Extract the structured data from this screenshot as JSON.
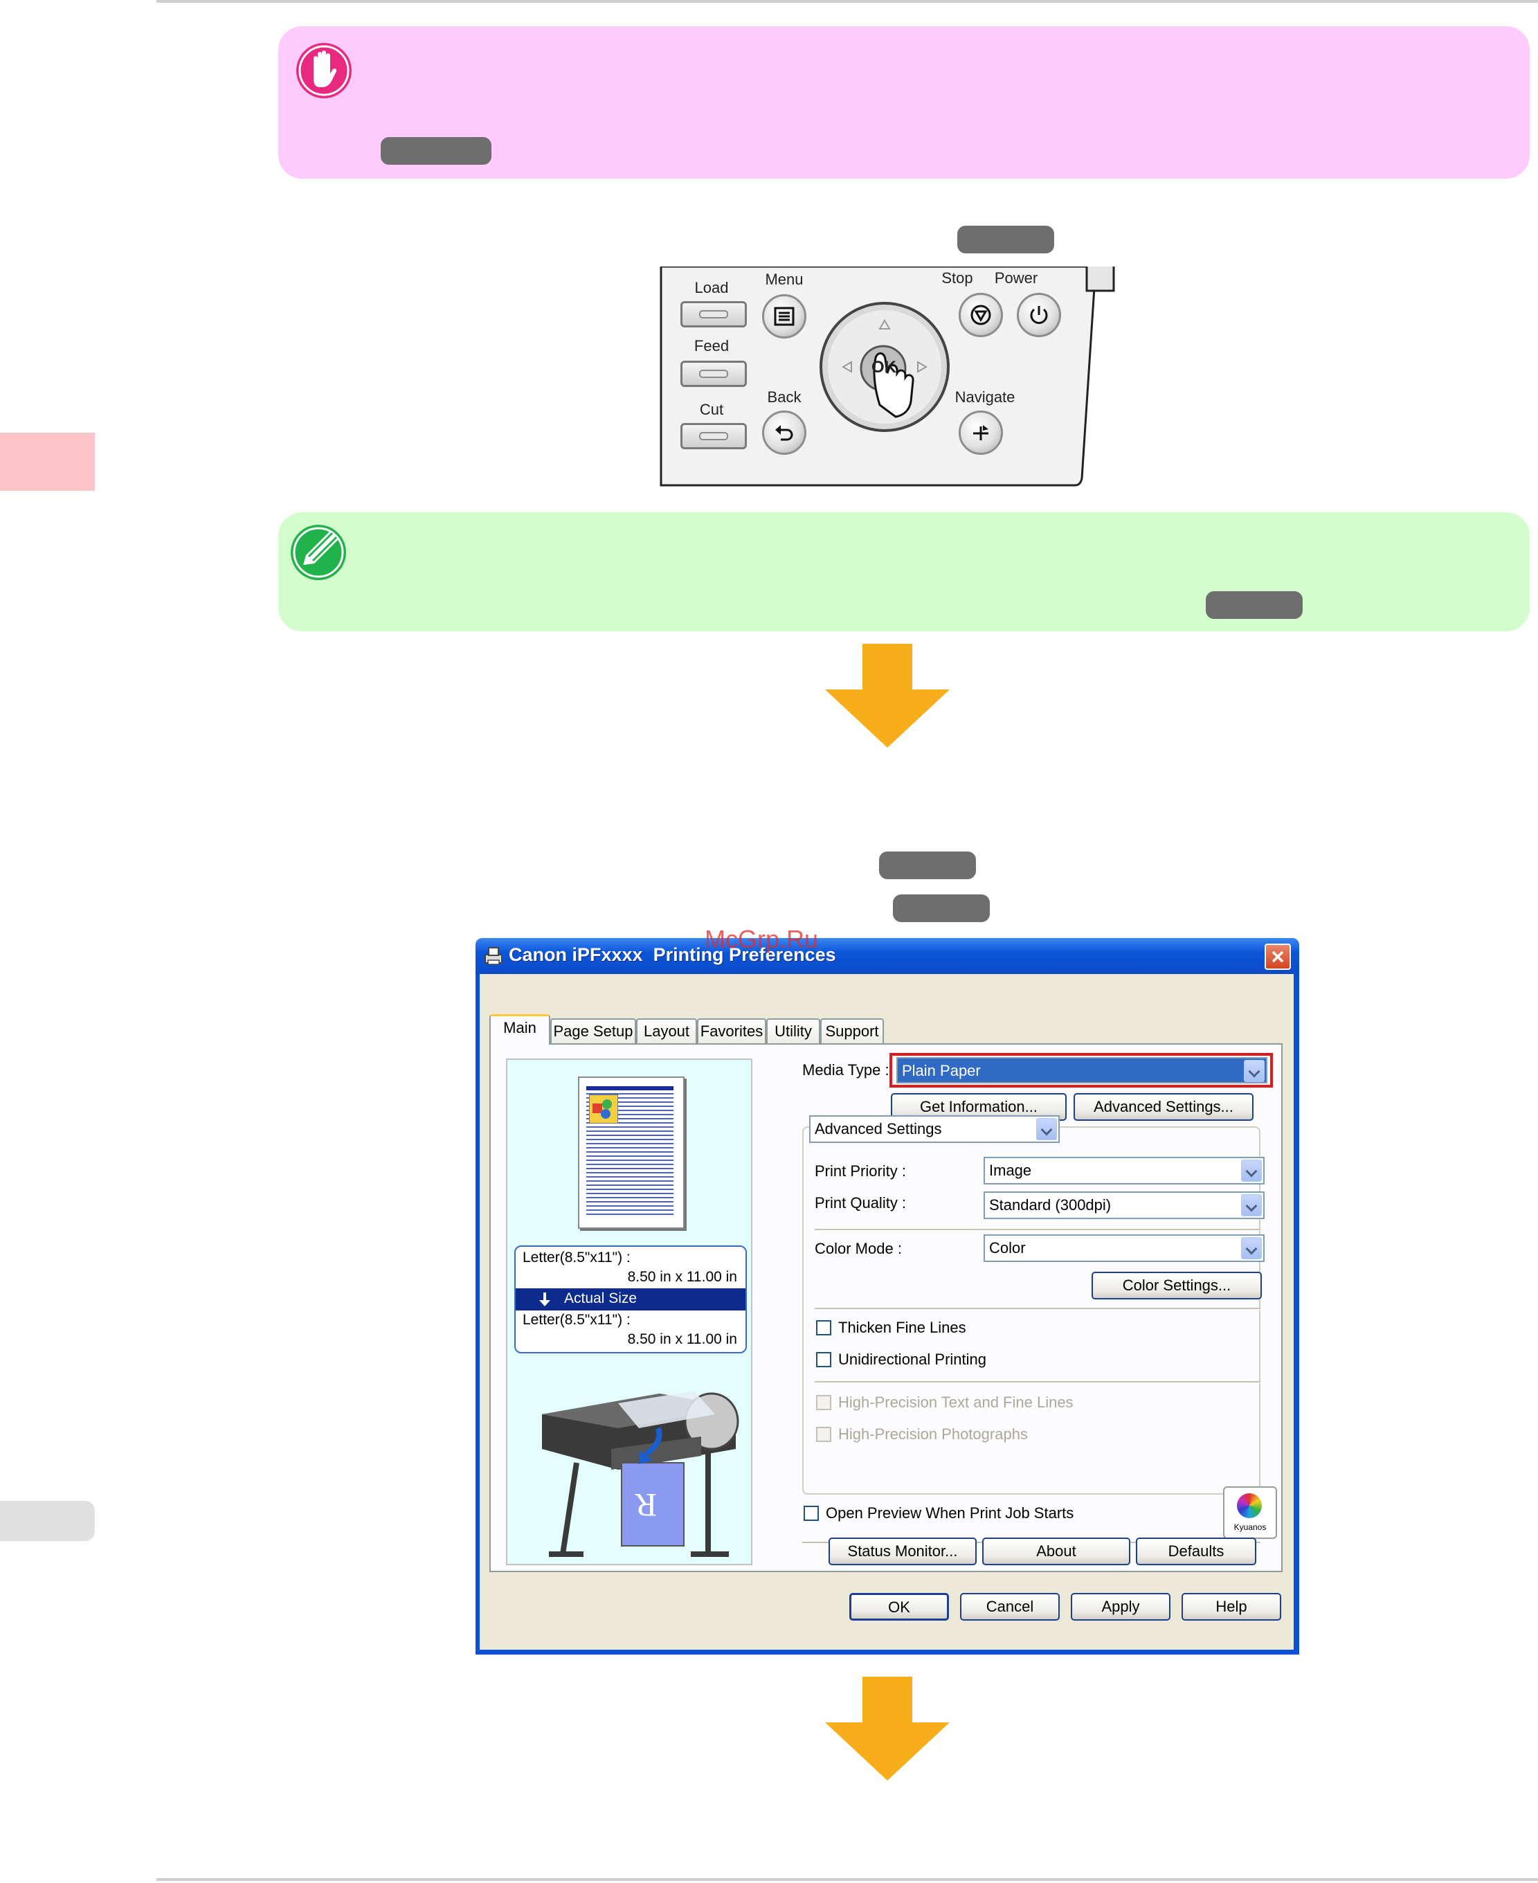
{
  "callouts": {
    "important_icon": "stop-hand-icon",
    "note_icon": "pencil-icon",
    "colors": {
      "important_bg": "#fdccfd",
      "note_bg": "#d3fdcc",
      "pill": "#6e6e6e",
      "arrow": "#f8ad1a"
    }
  },
  "printer_panel": {
    "load": "Load",
    "feed": "Feed",
    "cut": "Cut",
    "menu": "Menu",
    "back": "Back",
    "stop": "Stop",
    "power": "Power",
    "navigate": "Navigate",
    "ok": "OK"
  },
  "watermark": "McGrp.Ru",
  "dialog": {
    "title": "Canon iPFxxxx  Printing Preferences",
    "tabs": [
      "Main",
      "Page Setup",
      "Layout",
      "Favorites",
      "Utility",
      "Support"
    ],
    "preview": {
      "paper_top_name": "Letter(8.5\"x11\") :",
      "paper_top_size": "8.50 in x 11.00 in",
      "scaling": "Actual Size",
      "paper_bottom_name": "Letter(8.5\"x11\") :",
      "paper_bottom_size": "8.50 in x 11.00 in"
    },
    "media_type_label": "Media Type :",
    "media_type_value": "Plain Paper",
    "get_information": "Get Information...",
    "advanced_settings_button": "Advanced Settings...",
    "mode_value": "Advanced Settings",
    "print_priority_label": "Print Priority :",
    "print_priority_value": "Image",
    "print_quality_label": "Print Quality :",
    "print_quality_value": "Standard (300dpi)",
    "color_mode_label": "Color Mode :",
    "color_mode_value": "Color",
    "color_settings": "Color Settings...",
    "thicken_fine_lines": "Thicken Fine Lines",
    "unidirectional_printing": "Unidirectional Printing",
    "high_precision_text": "High-Precision Text and Fine Lines",
    "high_precision_photos": "High-Precision Photographs",
    "open_preview": "Open Preview When Print Job Starts",
    "kyuanos": "Kyuanos",
    "status_monitor": "Status Monitor...",
    "about": "About",
    "defaults": "Defaults",
    "ok": "OK",
    "cancel": "Cancel",
    "apply": "Apply",
    "help": "Help"
  }
}
